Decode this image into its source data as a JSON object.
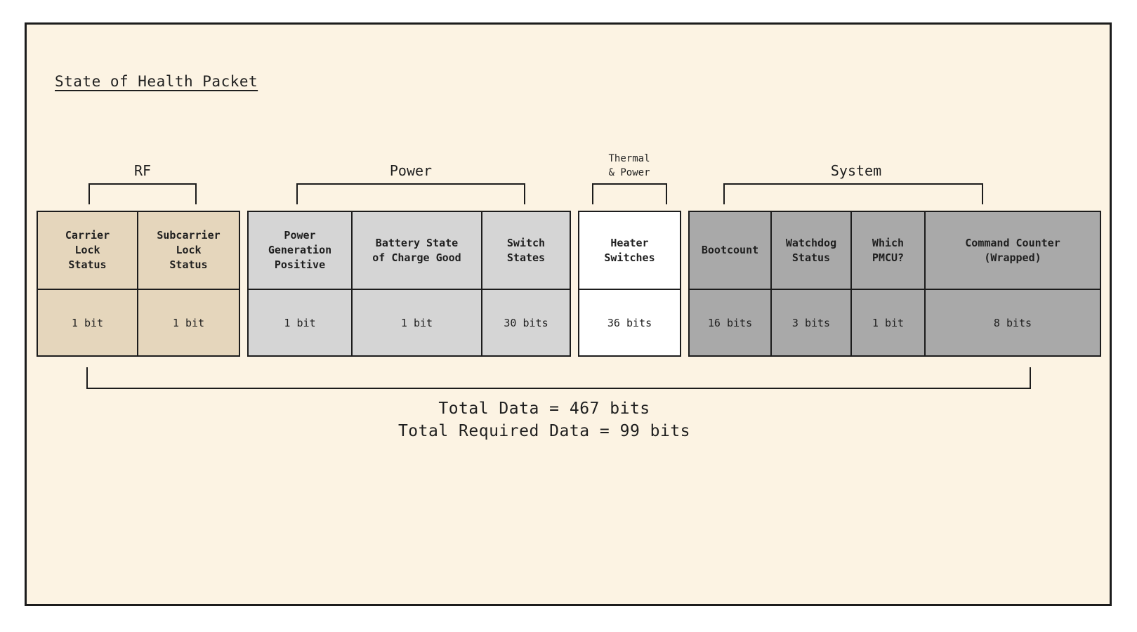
{
  "page": {
    "title": "State of Health Packet",
    "background_color": "#fcf3e3",
    "line_color": "#1c1c1c"
  },
  "groups": [
    {
      "label": "RF",
      "color": "#e5d6bc",
      "cells": [
        {
          "name": "Carrier\nLock\nStatus",
          "bits": "1 bit"
        },
        {
          "name": "Subcarrier\nLock\nStatus",
          "bits": "1 bit"
        }
      ]
    },
    {
      "label": "Power",
      "color": "#d5d5d5",
      "cells": [
        {
          "name": "Power\nGeneration\nPositive",
          "bits": "1 bit"
        },
        {
          "name": "Battery State\nof Charge Good",
          "bits": "1 bit"
        },
        {
          "name": "Switch\nStates",
          "bits": "30 bits"
        }
      ]
    },
    {
      "label": "Thermal\n& Power",
      "color": "#ffffff",
      "cells": [
        {
          "name": "Heater\nSwitches",
          "bits": "36 bits"
        }
      ]
    },
    {
      "label": "System",
      "color": "#a9a9a9",
      "cells": [
        {
          "name": "Bootcount",
          "bits": "16 bits"
        },
        {
          "name": "Watchdog\nStatus",
          "bits": "3 bits"
        },
        {
          "name": "Which\nPMCU?",
          "bits": "1 bit"
        },
        {
          "name": "Command Counter\n(Wrapped)",
          "bits": "8 bits"
        }
      ]
    }
  ],
  "totals": {
    "total_data": "Total Data = 467 bits",
    "total_required": "Total Required Data = 99 bits"
  }
}
